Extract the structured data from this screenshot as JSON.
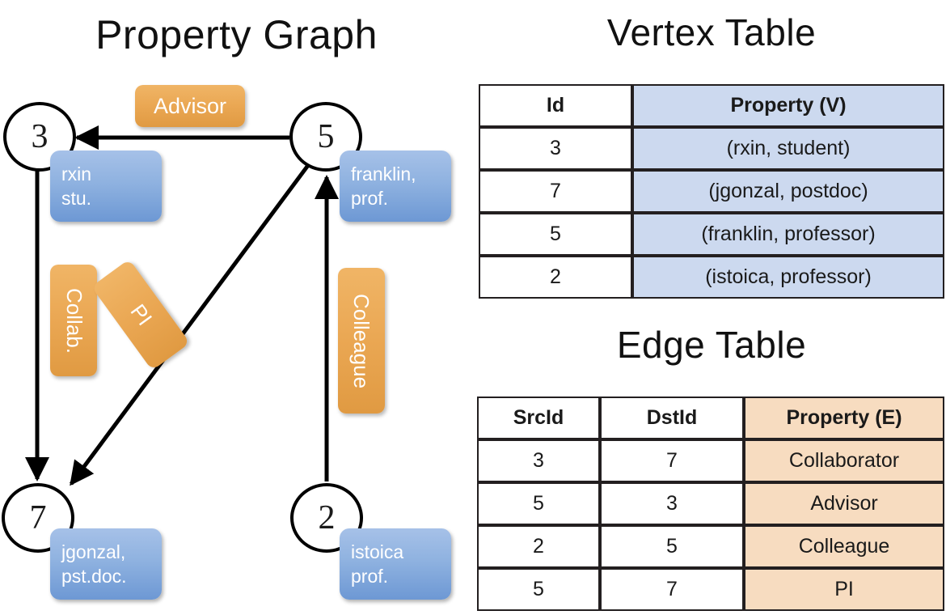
{
  "titles": {
    "graph": "Property Graph",
    "vertex_table": "Vertex Table",
    "edge_table": "Edge Table"
  },
  "colors": {
    "vertex_property_fill": "#ccd9ef",
    "edge_property_fill": "#f7dcc0",
    "node_box_blue": "#8fb2e0",
    "edge_label_orange": "#eaa753",
    "stroke": "#231f20",
    "background": "#ffffff"
  },
  "graph": {
    "nodes": [
      {
        "id": "3",
        "property_line1": "rxin",
        "property_line2": "stu."
      },
      {
        "id": "5",
        "property_line1": "franklin,",
        "property_line2": "prof."
      },
      {
        "id": "7",
        "property_line1": "jgonzal,",
        "property_line2": "pst.doc."
      },
      {
        "id": "2",
        "property_line1": "istoica",
        "property_line2": "prof."
      }
    ],
    "edge_labels": [
      {
        "key": "advisor",
        "label": "Advisor",
        "orientation": "horizontal"
      },
      {
        "key": "collab",
        "label": "Collab.",
        "orientation": "vertical"
      },
      {
        "key": "pi",
        "label": "PI",
        "orientation": "diagonal"
      },
      {
        "key": "colleague",
        "label": "Colleague",
        "orientation": "vertical"
      }
    ]
  },
  "vertex_table": {
    "headers": [
      "Id",
      "Property (V)"
    ],
    "rows": [
      [
        "3",
        "(rxin, student)"
      ],
      [
        "7",
        "(jgonzal, postdoc)"
      ],
      [
        "5",
        "(franklin, professor)"
      ],
      [
        "2",
        "(istoica, professor)"
      ]
    ]
  },
  "edge_table": {
    "headers": [
      "SrcId",
      "DstId",
      "Property (E)"
    ],
    "rows": [
      [
        "3",
        "7",
        "Collaborator"
      ],
      [
        "5",
        "3",
        "Advisor"
      ],
      [
        "2",
        "5",
        "Colleague"
      ],
      [
        "5",
        "7",
        "PI"
      ]
    ]
  }
}
